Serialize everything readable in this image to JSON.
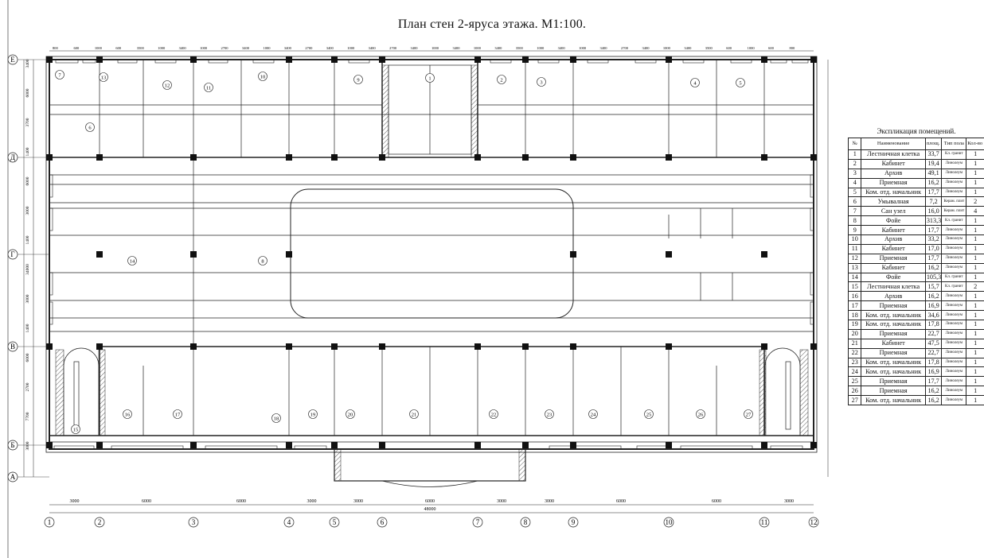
{
  "title": "План стен 2-яруса этажа. М1:100.",
  "axes": {
    "bottom": [
      "1",
      "2",
      "3",
      "4",
      "5",
      "6",
      "7",
      "8",
      "9",
      "10",
      "11",
      "12"
    ],
    "left": [
      "Е",
      "Д",
      "Г",
      "В",
      "Б",
      "А"
    ]
  },
  "dims": {
    "bottom_spans": [
      "3000",
      "6000",
      "6000",
      "3000",
      "3000",
      "6000",
      "3000",
      "3000",
      "6000",
      "6000",
      "3000"
    ],
    "total": "48000",
    "left_spans": [
      "3400",
      "6000",
      "3700",
      "1400",
      "6000",
      "3000",
      "1400",
      "34000",
      "3000",
      "1400",
      "6000",
      "2700",
      "7700",
      "3000"
    ],
    "top_chain": [
      "800",
      "600",
      "1000",
      "600",
      "3500",
      "1000",
      "3400",
      "1000",
      "2700",
      "3400",
      "1000",
      "3400",
      "2700",
      "3400",
      "1000",
      "3400",
      "2700",
      "3400",
      "1000",
      "3400",
      "1000",
      "3400",
      "3500",
      "1000",
      "3400",
      "1000",
      "3400",
      "2700",
      "3400",
      "1000",
      "3400",
      "3500",
      "600",
      "1000",
      "600",
      "800"
    ]
  },
  "rooms": [
    "1",
    "2",
    "3",
    "4",
    "5",
    "6",
    "7",
    "8",
    "9",
    "10",
    "11",
    "12",
    "13",
    "14",
    "15",
    "16",
    "17",
    "18",
    "19",
    "20",
    "21",
    "22",
    "23",
    "24",
    "25",
    "26",
    "27"
  ],
  "explication": {
    "title": "Экспликация помещений.",
    "headers": [
      "№",
      "Наименование",
      "площ. м²",
      "Тип пола",
      "Кол-во шт"
    ],
    "rows": [
      [
        "1",
        "Лестничная клетка",
        "33,7",
        "Кл. гранит",
        "1"
      ],
      [
        "2",
        "Кабинет",
        "19,4",
        "Линолеум",
        "1"
      ],
      [
        "3",
        "Архив",
        "49,1",
        "Линолеум",
        "1"
      ],
      [
        "4",
        "Приемная",
        "16,2",
        "Линолеум",
        "1"
      ],
      [
        "5",
        "Ком. отд. начальник",
        "17,7",
        "Линолеум",
        "1"
      ],
      [
        "6",
        "Умывалная",
        "7,2",
        "Керам. плит",
        "2"
      ],
      [
        "7",
        "Сан узел",
        "16,0",
        "Керам. плит",
        "4"
      ],
      [
        "8",
        "Фойе",
        "313,3",
        "Кл. гранит",
        "1"
      ],
      [
        "9",
        "Кабинет",
        "17,7",
        "Линолеум",
        "1"
      ],
      [
        "10",
        "Архив",
        "33,2",
        "Линолеум",
        "1"
      ],
      [
        "11",
        "Кабинет",
        "17,0",
        "Линолеум",
        "1"
      ],
      [
        "12",
        "Приемная",
        "17,7",
        "Линолеум",
        "1"
      ],
      [
        "13",
        "Кабинет",
        "16,2",
        "Линолеум",
        "1"
      ],
      [
        "14",
        "Фойе",
        "105,3",
        "Кл. гранит",
        "1"
      ],
      [
        "15",
        "Лестничная клетка",
        "15,7",
        "Кл. гранит",
        "2"
      ],
      [
        "16",
        "Архив",
        "16,2",
        "Линолеум",
        "1"
      ],
      [
        "17",
        "Приемная",
        "16,9",
        "Линолеум",
        "1"
      ],
      [
        "18",
        "Ком. отд. начальник",
        "34,6",
        "Линолеум",
        "1"
      ],
      [
        "19",
        "Ком. отд. начальник",
        "17,8",
        "Линолеум",
        "1"
      ],
      [
        "20",
        "Приемная",
        "22,7",
        "Линолеум",
        "1"
      ],
      [
        "21",
        "Кабинет",
        "47,5",
        "Линолеум",
        "1"
      ],
      [
        "22",
        "Приемная",
        "22,7",
        "Линолеум",
        "1"
      ],
      [
        "23",
        "Ком. отд. начальник",
        "17,8",
        "Линолеум",
        "1"
      ],
      [
        "24",
        "Ком. отд. начальник",
        "16,9",
        "Линолеум",
        "1"
      ],
      [
        "25",
        "Приемная",
        "17,7",
        "Линолеум",
        "1"
      ],
      [
        "26",
        "Приемная",
        "16,2",
        "Линолеум",
        "1"
      ],
      [
        "27",
        "Ком. отд. начальник",
        "16,2",
        "Линолеум",
        "1"
      ]
    ]
  }
}
